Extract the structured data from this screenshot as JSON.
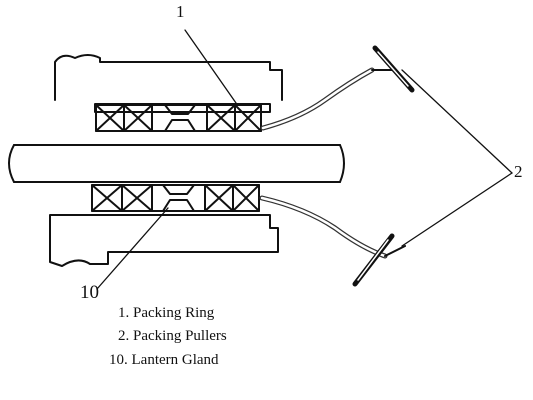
{
  "callouts": {
    "c1": "1",
    "c2": "2",
    "c10": "10"
  },
  "legend": [
    {
      "text": "1. Packing Ring"
    },
    {
      "text": "2. Packing Pullers"
    },
    {
      "text": "10. Lantern Gland"
    }
  ]
}
